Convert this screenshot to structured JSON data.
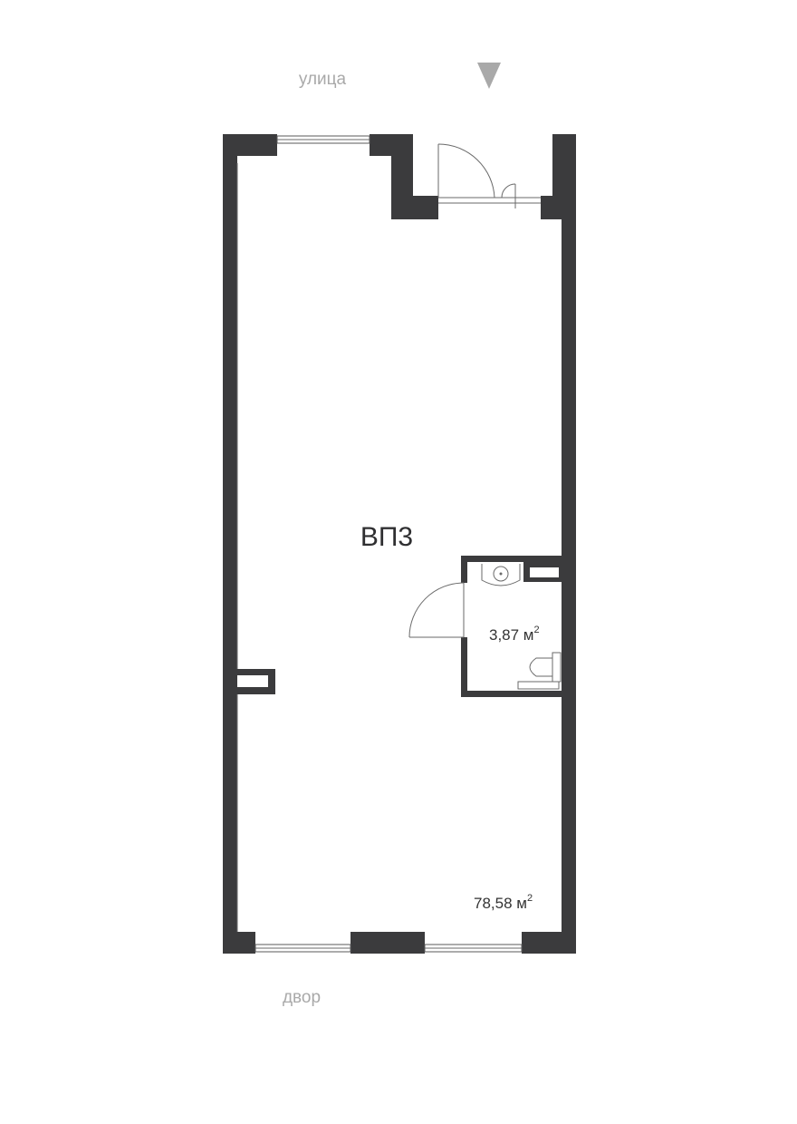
{
  "labels": {
    "street": "улица",
    "yard": "двор",
    "room_name": "ВП3",
    "main_area": "78,58 м",
    "wc_area": "3,87 м",
    "unit_sup": "2"
  },
  "icons": {
    "direction": "triangle-down-icon",
    "sink": "sink-icon",
    "toilet": "toilet-icon"
  },
  "colors": {
    "wall": "#3b3b3d",
    "muted_text": "#a9a9a9",
    "text": "#333333"
  }
}
